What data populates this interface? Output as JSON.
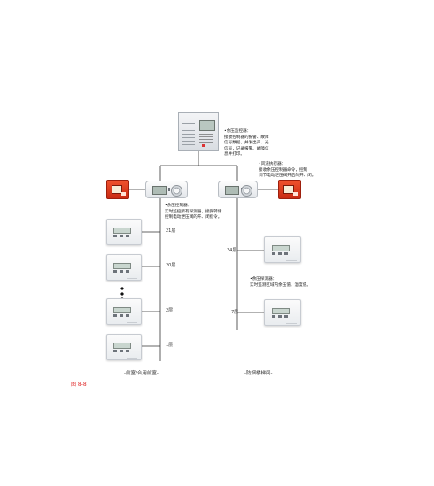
{
  "notes": {
    "main_controller": "•余压监控器：\n接收控制器的报警、故障\n信号数据，并发出声、光\n信号，记录报警、故障信\n息并打印。",
    "actuator": "•风道执行器：\n接收余压控制器命令，控制\n调节电动泄压阀开启的开、闭。",
    "control_unit": "•余压控制器：\n实时监控所有探测器，接受转储\n控制电动泄压阀的开、闭指令。",
    "sensor": "•余压探测器：\n实时监测区域内余压值、温度值。"
  },
  "floors": {
    "left": [
      "21层",
      "20层",
      "2层",
      "1层"
    ],
    "right": [
      "34层",
      "7层"
    ]
  },
  "zones": {
    "left": "-前室/合用前室-",
    "right": "-防烟楼梯间-"
  },
  "page_mark": "图 8-8"
}
